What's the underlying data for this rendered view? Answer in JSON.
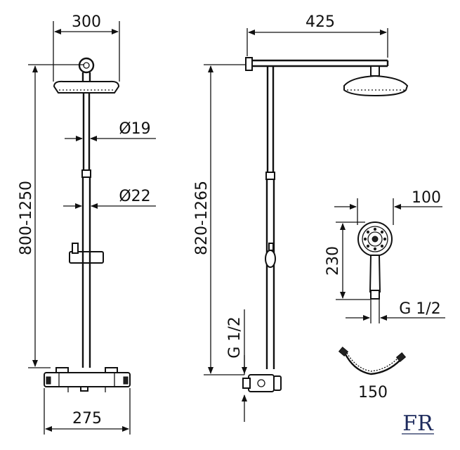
{
  "views": {
    "front": {
      "shower_head_width": "300",
      "riser_diameter_upper": "Ø19",
      "riser_diameter_lower": "Ø22",
      "height_range": "800-1250",
      "mixer_width": "275"
    },
    "side": {
      "arm_length": "425",
      "height_range": "820-1265",
      "inlet_thread": "G 1/2"
    },
    "hand_shower": {
      "head_width": "100",
      "length": "230",
      "connection_thread": "G 1/2"
    },
    "hose": {
      "length": "150"
    }
  },
  "logo": {
    "text": "FR",
    "color": "#1d2a5c"
  }
}
